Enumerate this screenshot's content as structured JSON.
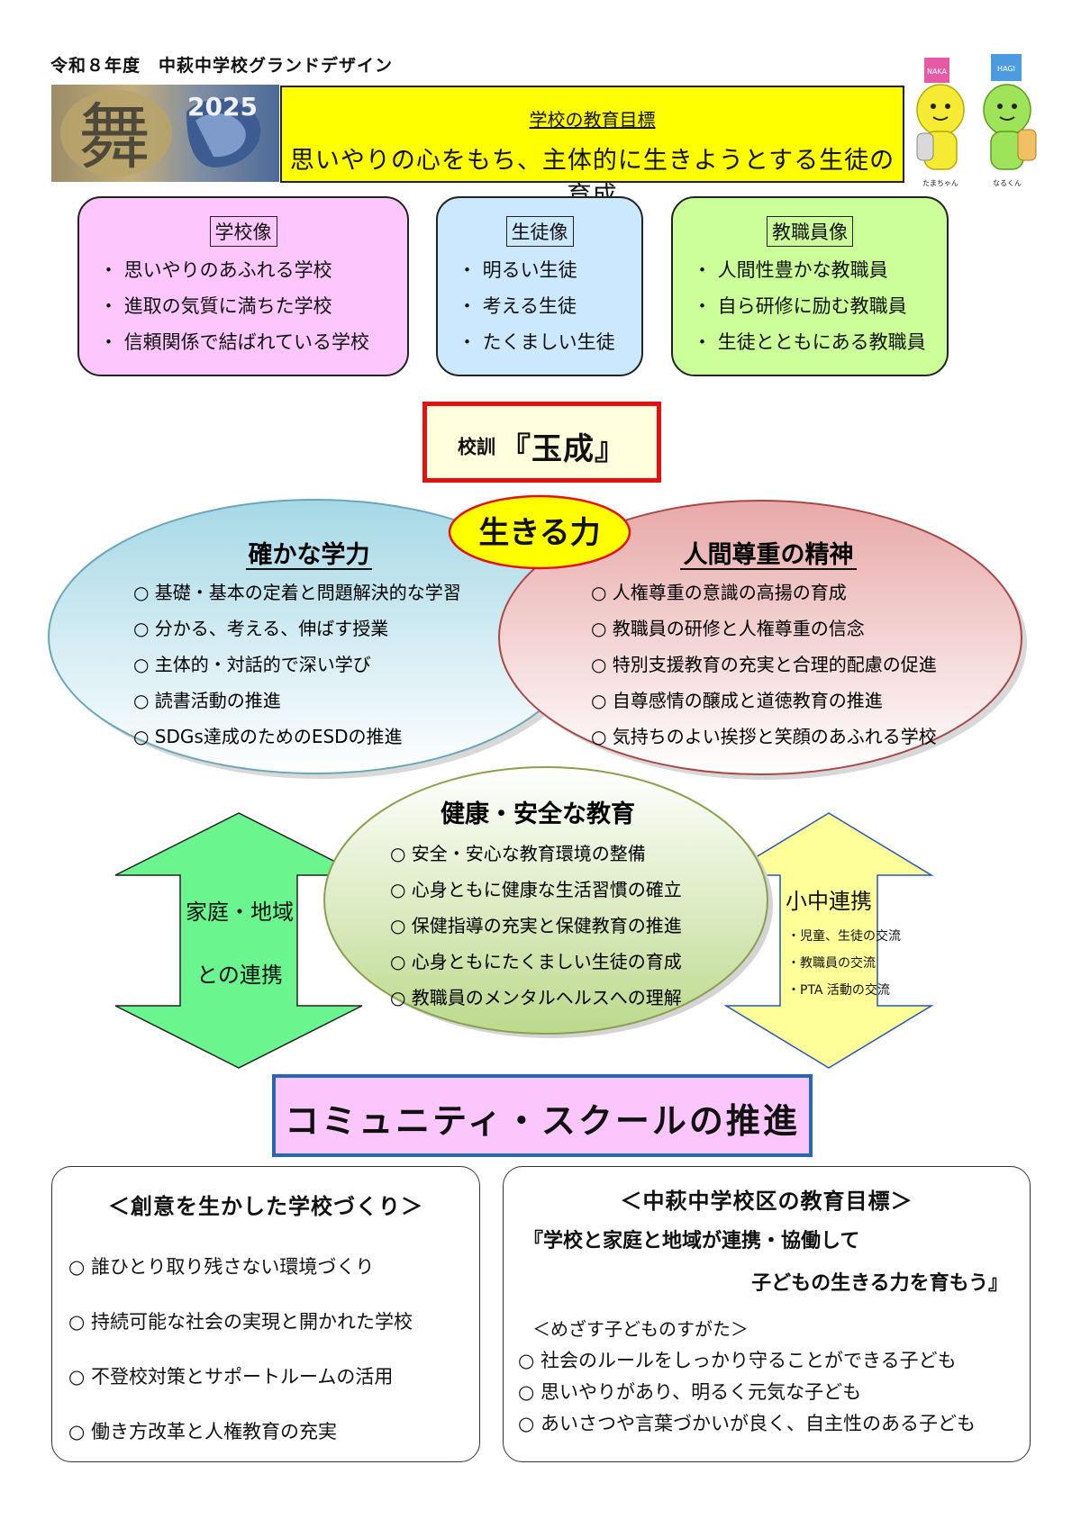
{
  "header": {
    "title": "令和８年度　中萩中学校グランドデザイン"
  },
  "banner": {
    "char": "舞",
    "year": "2025"
  },
  "school_goal": {
    "heading": "学校の教育目標",
    "text": "思いやりの心をもち、主体的に生きようとする生徒の育成"
  },
  "mascots": [
    {
      "name": "たまちゃん",
      "badge": "NAKA"
    },
    {
      "name": "なるくん",
      "badge": "HAGI"
    }
  ],
  "ideals": {
    "school": {
      "title": "学校像",
      "items": [
        "・ 思いやりのあふれる学校",
        "・ 進取の気質に満ちた学校",
        "・ 信頼関係で結ばれている学校"
      ]
    },
    "student": {
      "title": "生徒像",
      "items": [
        "・ 明るい生徒",
        "・ 考える生徒",
        "・ たくましい生徒"
      ]
    },
    "staff": {
      "title": "教職員像",
      "items": [
        "・ 人間性豊かな教職員",
        "・ 自ら研修に励む教職員",
        "・ 生徒とともにある教職員"
      ]
    }
  },
  "motto": {
    "label": "校訓",
    "text": "『玉成』"
  },
  "ikiru_chikara": "生きる力",
  "academic": {
    "title": "確かな学力",
    "items": [
      "○ 基礎・基本の定着と問題解決的な学習",
      "○ 分かる、考える、伸ばす授業",
      "○ 主体的・対話的で深い学び",
      "○ 読書活動の推進",
      "○ SDGs達成のためのESDの推進"
    ]
  },
  "human_rights": {
    "title": "人間尊重の精神",
    "items": [
      "○ 人権尊重の意識の高揚の育成",
      "○ 教職員の研修と人権尊重の信念",
      "○ 特別支援教育の充実と合理的配慮の促進",
      "○ 自尊感情の醸成と道徳教育の推進",
      "○ 気持ちのよい挨拶と笑顔のあふれる学校"
    ]
  },
  "health": {
    "title": "健康・安全な教育",
    "items": [
      "○ 安全・安心な教育環境の整備",
      "○ 心身ともに健康な生活習慣の確立",
      "○ 保健指導の充実と保健教育の推進",
      "○ 心身ともにたくましい生徒の育成",
      "○ 教職員のメンタルヘルスへの理解"
    ]
  },
  "family_arrow": {
    "line1": "家庭・地域",
    "line2": "との連携"
  },
  "elementary_arrow": {
    "title": "小中連携",
    "items": [
      "・児童、生徒の交流",
      "・教職員の交流",
      "・PTA 活動の交流"
    ]
  },
  "community_school": "コミュニティ・スクールの推進",
  "creative": {
    "title": "＜創意を生かした学校づくり＞",
    "items": [
      "○ 誰ひとり取り残さない環境づくり",
      "○ 持続可能な社会の実現と開かれた学校",
      "○ 不登校対策とサポートルームの活用",
      "○ 働き方改革と人権教育の充実"
    ]
  },
  "district": {
    "title": "＜中萩中学校区の教育目標＞",
    "slogan_line1": "『学校と家庭と地域が連携・協働して",
    "slogan_line2": "子どもの生きる力を育もう』",
    "sub_title": "＜めざす子どものすがた＞",
    "items": [
      "○ 社会のルールをしっかり守ることができる子ども",
      "○ 思いやりがあり、明るく元気な子ども",
      "○ あいさつや言葉づかいが良く、自主性のある子ども"
    ]
  },
  "colors": {
    "goal_yellow": "#ffff00",
    "school_pink": "#fdc7fd",
    "student_blue": "#cce8ff",
    "staff_green": "#ccff99",
    "motto_red": "#e31212",
    "cs_blue": "#2866b6"
  }
}
